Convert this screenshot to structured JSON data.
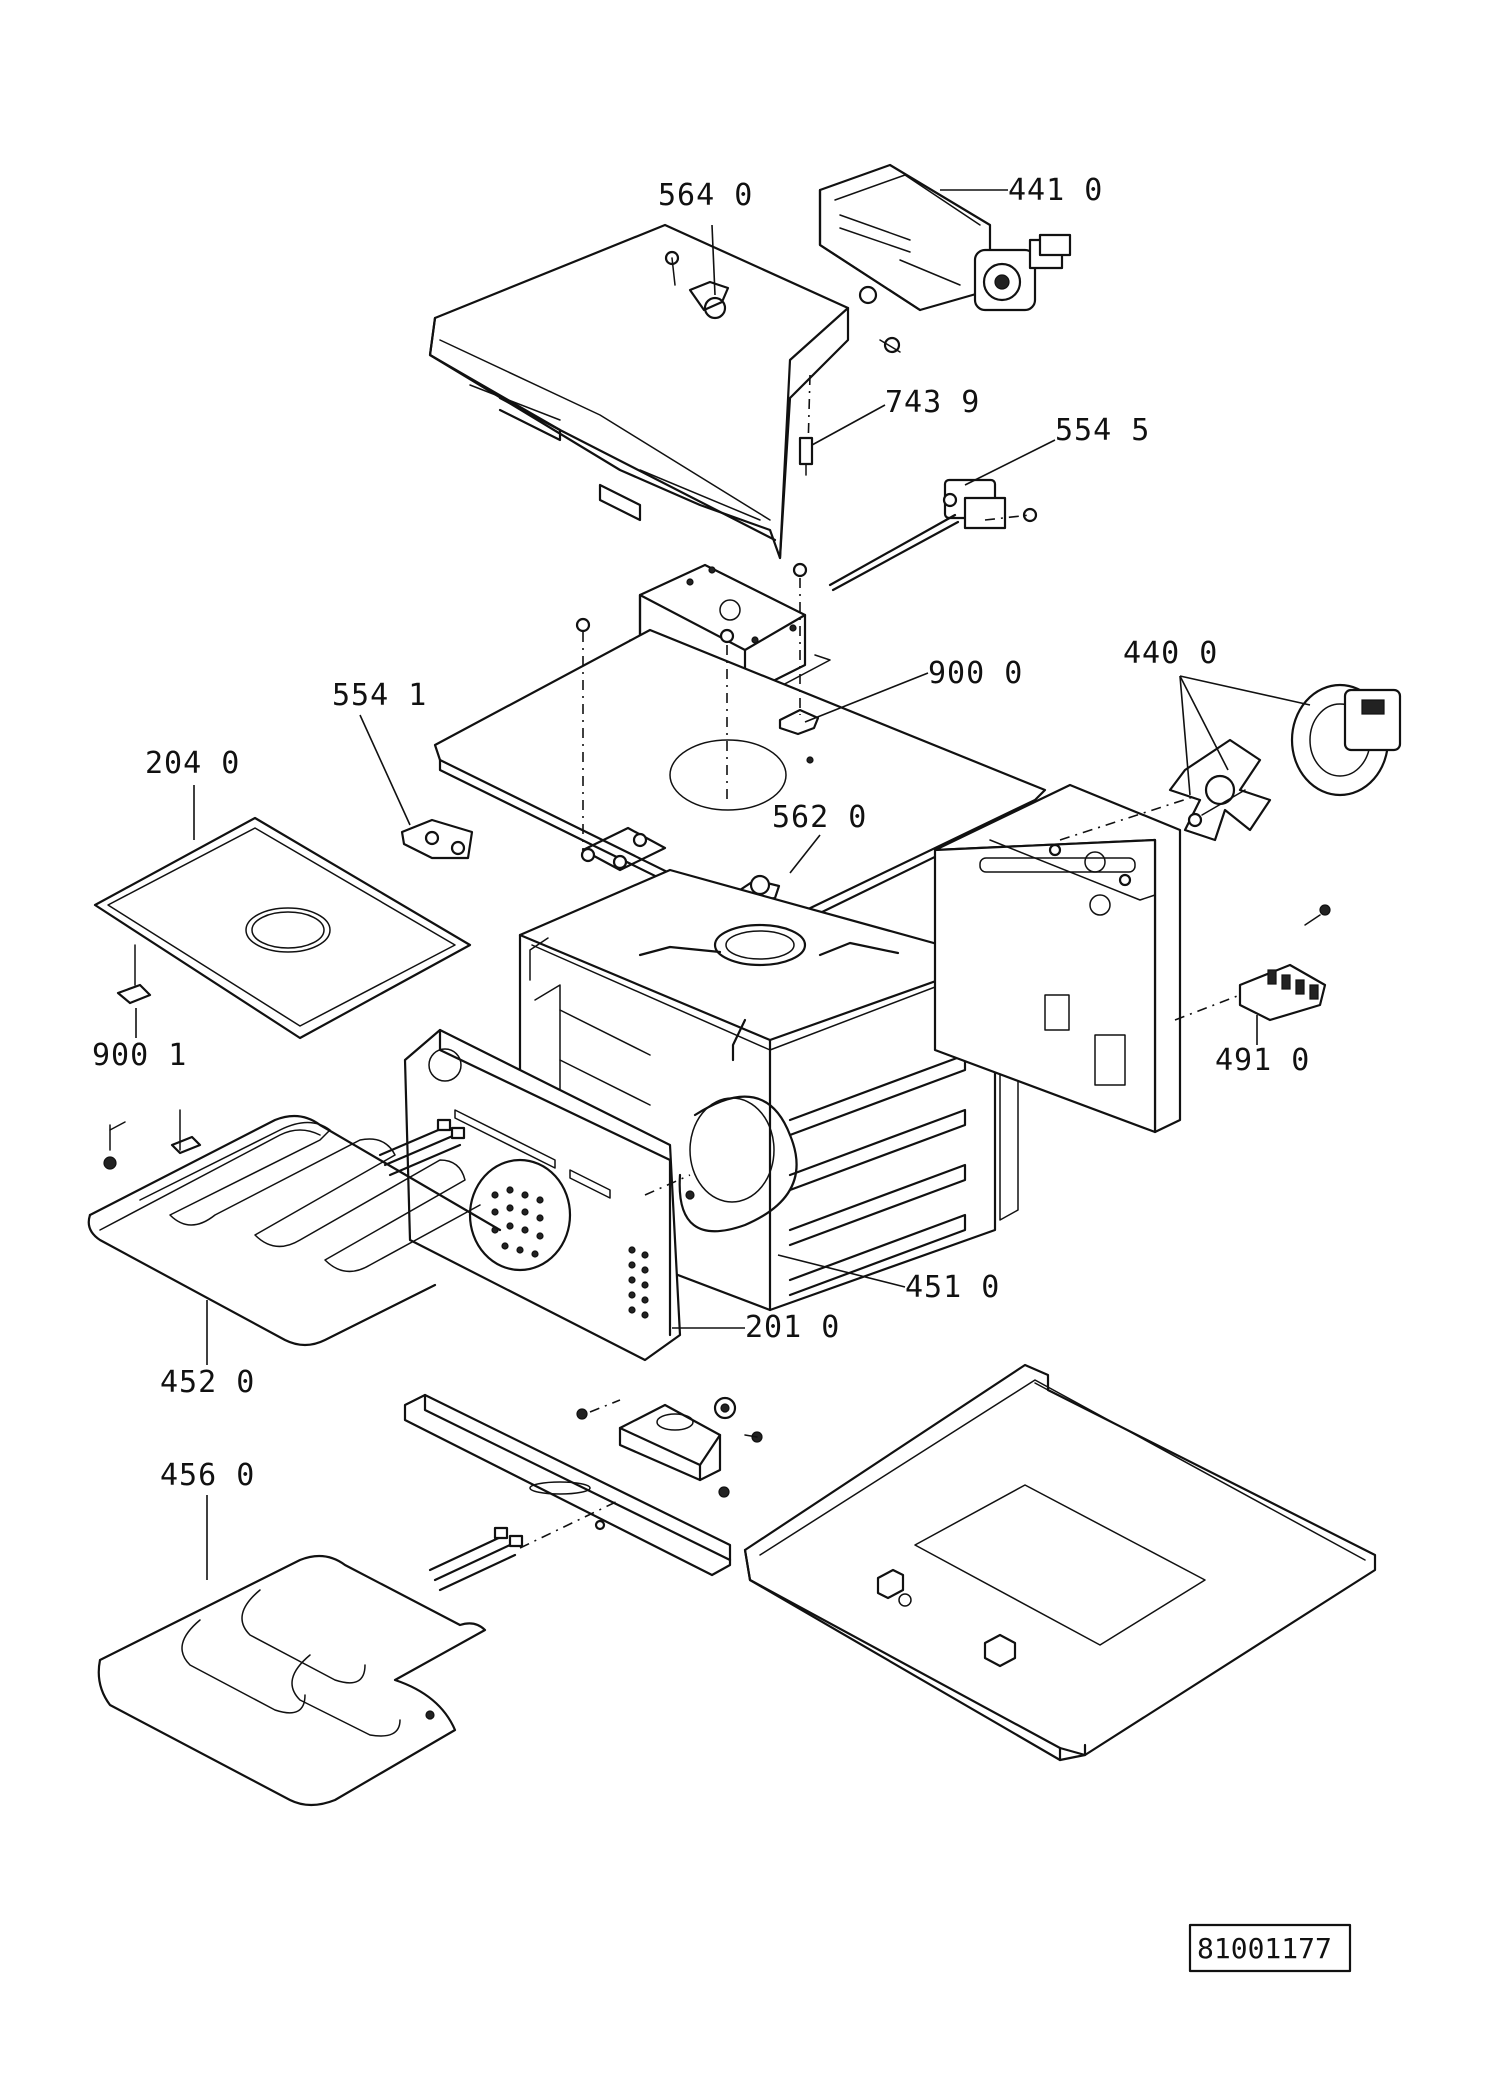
{
  "diagram": {
    "document_number": "81001177",
    "callouts": {
      "p5640": "564 0",
      "p4410": "441 0",
      "p7439": "743 9",
      "p5545": "554 5",
      "p9000": "900 0",
      "p4400": "440 0",
      "p5541": "554 1",
      "p2040": "204 0",
      "p5620": "562 0",
      "p9001": "900 1",
      "p4910": "491 0",
      "p4510": "451 0",
      "p2010": "201 0",
      "p4520": "452 0",
      "p4560": "456 0"
    }
  }
}
